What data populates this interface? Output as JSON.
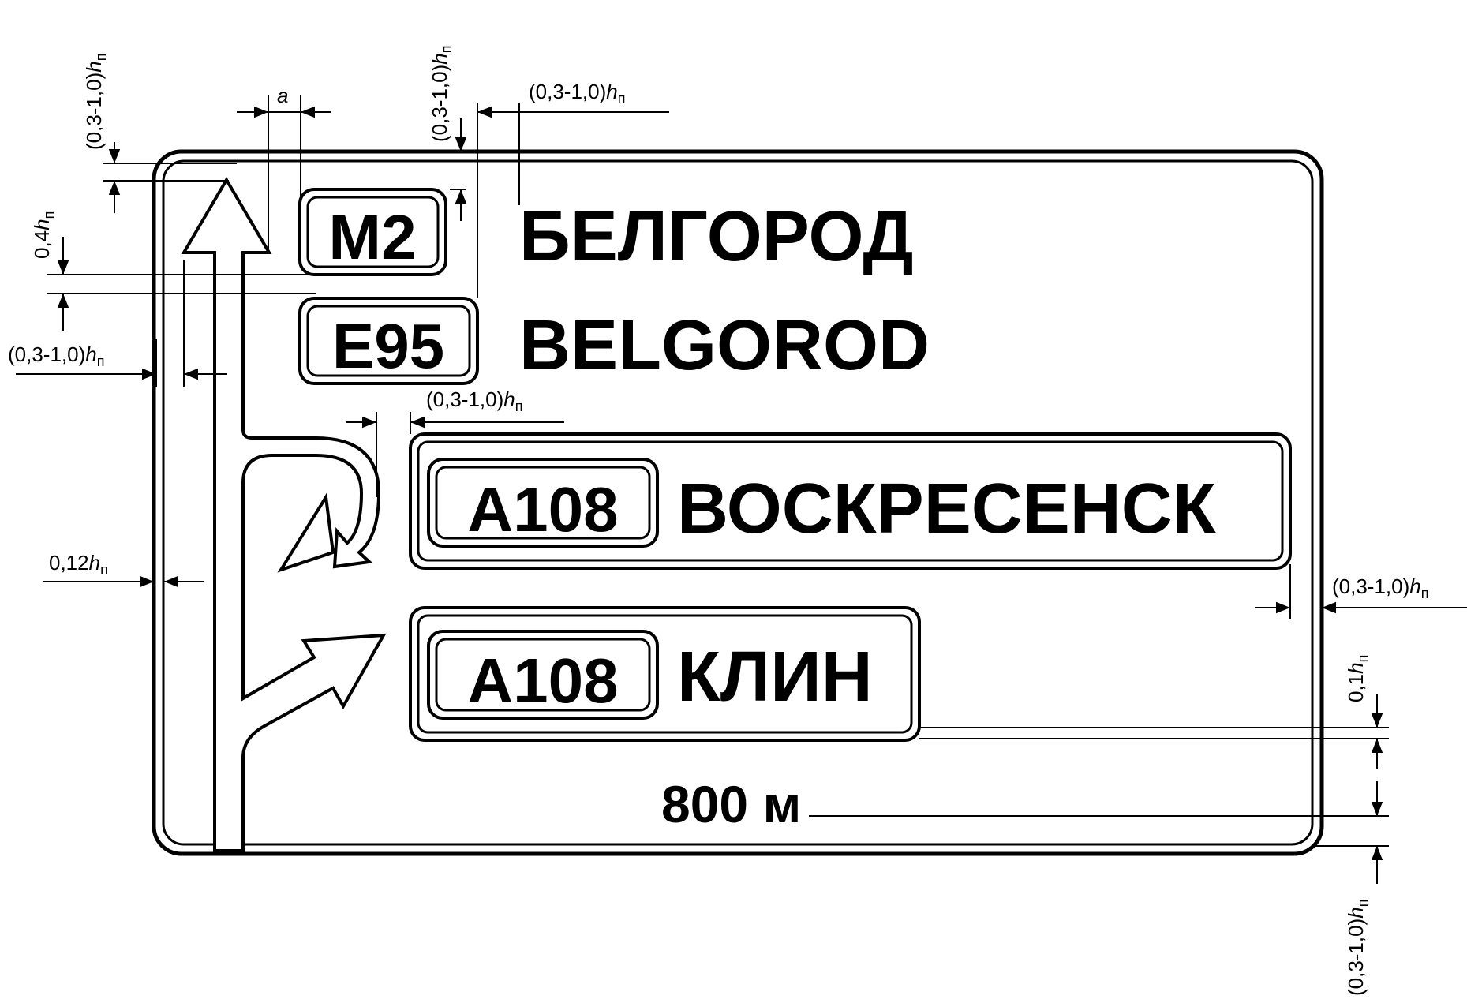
{
  "sign": {
    "routes": {
      "m2": "M2",
      "e95": "E95",
      "a108_1": "A108",
      "a108_2": "A108"
    },
    "destinations": {
      "belgorod_ru": "БЕЛГОРОД",
      "belgorod_en": "BELGOROD",
      "voskresensk": "ВОСКРЕСЕНСК",
      "klin": "КЛИН"
    },
    "distance": "800 м"
  },
  "dimensions": {
    "range": "(0,3-1,0)",
    "h_symbol": "h",
    "h_sub": "п",
    "a": "a",
    "coef_04": "0,4",
    "coef_012": "0,12",
    "coef_01": "0,1"
  }
}
